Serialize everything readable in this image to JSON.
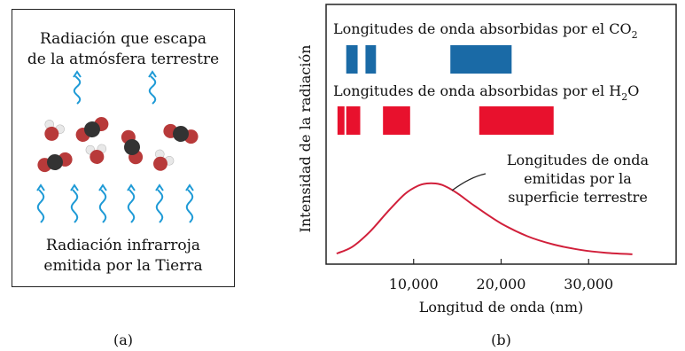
{
  "panel_a": {
    "top_text": [
      "Radiación que escapa",
      "de la atmósfera terrestre"
    ],
    "bottom_text": [
      "Radiación infrarroja",
      "emitida por la Tierra"
    ],
    "caption": "(a)",
    "wave_color": "#1e9ad6",
    "molecule_colors": {
      "oxygen": "#b83a3a",
      "carbon": "#333333",
      "hydrogen": "#e8e8e8"
    }
  },
  "panel_b": {
    "caption": "(b)",
    "emission_label": [
      "Longitudes de onda",
      "emitidas por la",
      "superficie terrestre"
    ]
  },
  "chart_data": {
    "type": "area",
    "ylabel": "Intensidad de la radiación",
    "xlabel": "Longitud de onda (nm)",
    "xlim": [
      0,
      40000
    ],
    "xticks": [
      10000,
      20000,
      30000
    ],
    "xtick_labels": [
      "10,000",
      "20,000",
      "30,000"
    ],
    "absorption_bands": [
      {
        "label_prefix": "Longitudes de onda absorbidas por el ",
        "molecule": "CO",
        "subscript": "2",
        "color": "#1a6aa6",
        "ranges": [
          [
            2300,
            3600
          ],
          [
            4500,
            5700
          ],
          [
            14200,
            21200
          ]
        ]
      },
      {
        "label_prefix": "Longitudes de onda absorbidas por el ",
        "molecule": "H",
        "subscript": "2",
        "suffix": "O",
        "color": "#e8112d",
        "ranges": [
          [
            1300,
            2100
          ],
          [
            2300,
            3900
          ],
          [
            6500,
            9600
          ],
          [
            17500,
            26000
          ]
        ]
      }
    ],
    "emission_curve": {
      "color": "#d11f3a",
      "x": [
        1200,
        3000,
        5000,
        7000,
        9000,
        10500,
        11500,
        12500,
        13500,
        15000,
        17000,
        20000,
        23000,
        26000,
        29000,
        32000,
        35000
      ],
      "y": [
        0.07,
        0.16,
        0.36,
        0.62,
        0.86,
        0.97,
        1.0,
        1.0,
        0.97,
        0.87,
        0.7,
        0.47,
        0.3,
        0.19,
        0.12,
        0.08,
        0.06
      ]
    }
  }
}
